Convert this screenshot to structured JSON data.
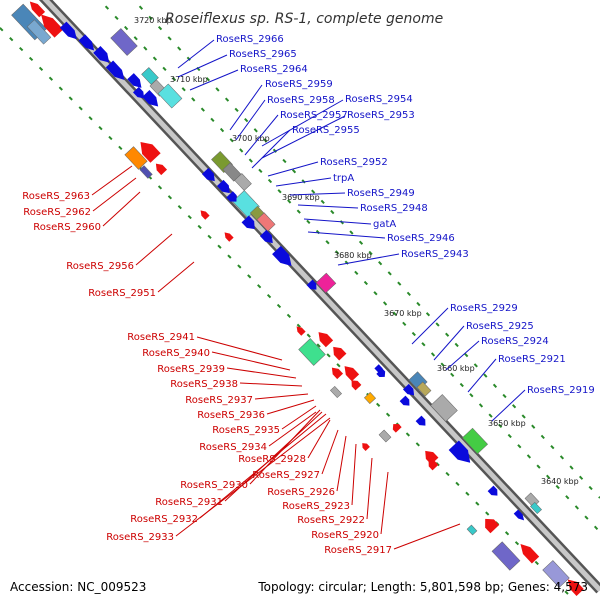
{
  "title": "Roseiflexus sp. RS-1, complete genome",
  "accession_text": "Accession: NC_009523",
  "summary_text": "Topology: circular; Length: 5,801,598 bp; Genes: 4,573",
  "colors": {
    "forward_label": "#1414c8",
    "reverse_label": "#cc0000",
    "forward_gene": "#0a0adc",
    "reverse_gene": "#ee1111",
    "track_dots": "#228822",
    "backbone": "#888888"
  },
  "scale_ticks": [
    "3720 kbp",
    "3710 kbp",
    "3700 kbp",
    "3690 kbp",
    "3680 kbp",
    "3670 kbp",
    "3660 kbp",
    "3650 kbp",
    "3640 kbp"
  ],
  "forward_labels": [
    "RoseRS_2966",
    "RoseRS_2965",
    "RoseRS_2964",
    "RoseRS_2959",
    "RoseRS_2958",
    "RoseRS_2954",
    "RoseRS_2957",
    "RoseRS_2953",
    "RoseRS_2955",
    "RoseRS_2952",
    "trpA",
    "RoseRS_2949",
    "RoseRS_2948",
    "gatA",
    "RoseRS_2946",
    "RoseRS_2943",
    "RoseRS_2929",
    "RoseRS_2925",
    "RoseRS_2924",
    "RoseRS_2921",
    "RoseRS_2919"
  ],
  "reverse_labels": [
    "RoseRS_2963",
    "RoseRS_2962",
    "RoseRS_2960",
    "RoseRS_2956",
    "RoseRS_2951",
    "RoseRS_2941",
    "RoseRS_2940",
    "RoseRS_2939",
    "RoseRS_2938",
    "RoseRS_2937",
    "RoseRS_2936",
    "RoseRS_2935",
    "RoseRS_2934",
    "RoseRS_2928",
    "RoseRS_2930",
    "RoseRS_2927",
    "RoseRS_2926",
    "RoseRS_2931",
    "RoseRS_2923",
    "RoseRS_2932",
    "RoseRS_2922",
    "RoseRS_2933",
    "RoseRS_2920",
    "RoseRS_2917"
  ]
}
